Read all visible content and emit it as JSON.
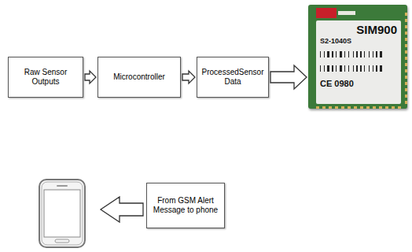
{
  "diagram": {
    "nodes": [
      {
        "text": [
          "Raw Sensor Outputs"
        ]
      },
      {
        "text": [
          "Microcontroller"
        ]
      },
      {
        "text": [
          "ProcessedSensor Data"
        ]
      },
      {
        "text": [
          "SIM900",
          "S2-1040S",
          "CE 0980"
        ]
      },
      {
        "text": [
          "From GSM Alert Message to phone"
        ]
      }
    ],
    "edges": [
      {
        "from": 0,
        "to": 1,
        "arrow": "to"
      },
      {
        "from": 1,
        "to": 2,
        "arrow": "to"
      },
      {
        "from": 2,
        "to": 3,
        "arrow": "to"
      }
    ]
  }
}
